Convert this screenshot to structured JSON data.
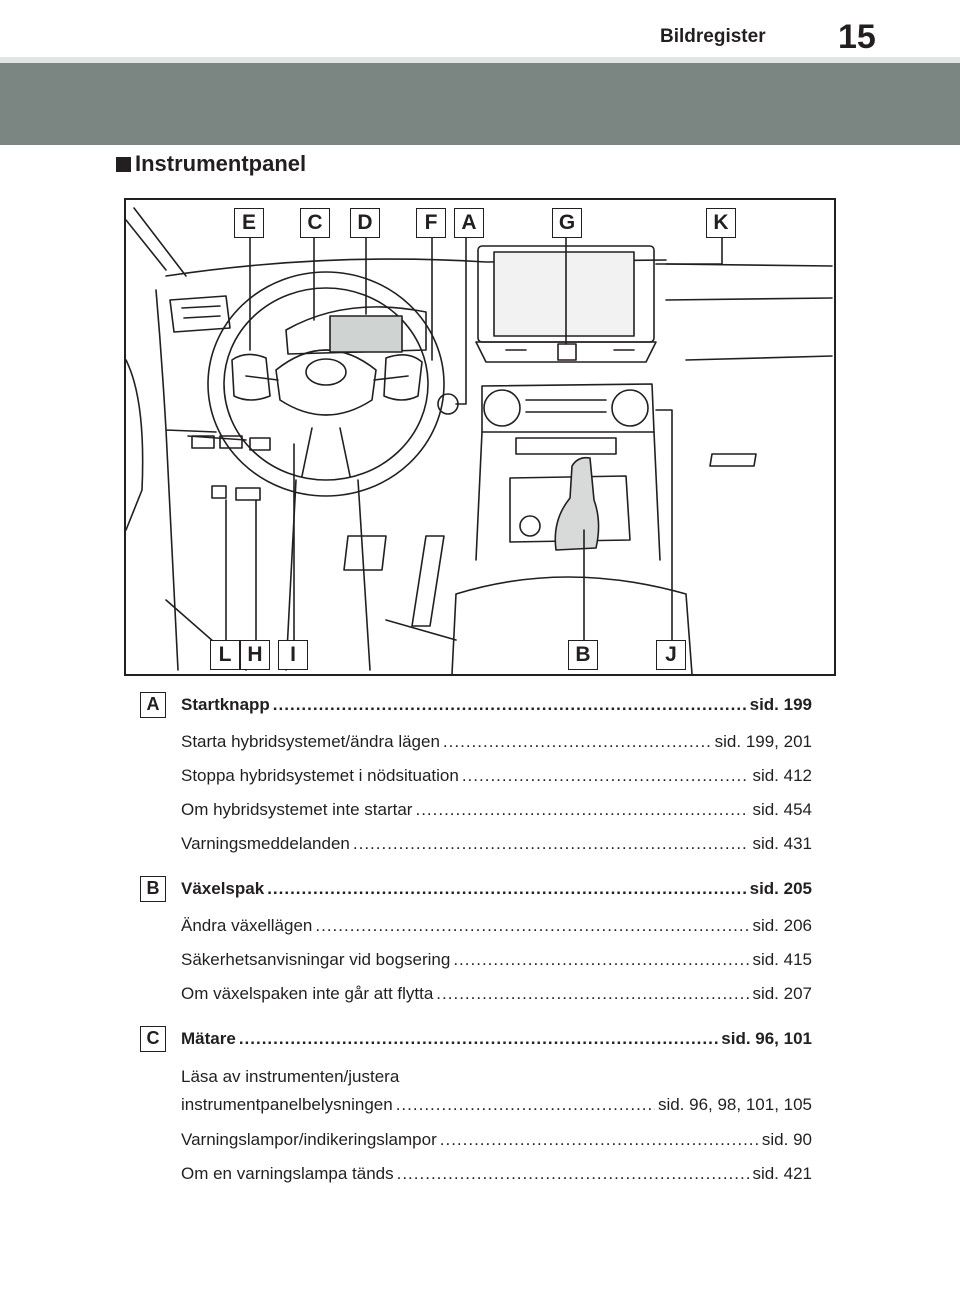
{
  "header": {
    "section": "Bildregister",
    "page_number": "15"
  },
  "section_title": "Instrumentpanel",
  "figure": {
    "callouts_top": [
      "E",
      "C",
      "D",
      "F",
      "A",
      "G",
      "K"
    ],
    "callouts_bottom": [
      "L",
      "H",
      "I",
      "B",
      "J"
    ]
  },
  "entries": [
    {
      "label": "A",
      "title": "Startknapp",
      "page": "sid. 199",
      "items": [
        {
          "text": "Starta hybridsystemet/ändra lägen",
          "page": "sid. 199, 201"
        },
        {
          "text": "Stoppa hybridsystemet i nödsituation",
          "page": "sid. 412"
        },
        {
          "text": "Om hybridsystemet inte startar",
          "page": "sid. 454"
        },
        {
          "text": "Varningsmeddelanden",
          "page": "sid. 431"
        }
      ]
    },
    {
      "label": "B",
      "title": "Växelspak",
      "page": "sid. 205",
      "items": [
        {
          "text": "Ändra växellägen",
          "page": "sid. 206"
        },
        {
          "text": "Säkerhetsanvisningar vid bogsering",
          "page": "sid. 415"
        },
        {
          "text": "Om växelspaken inte går att flytta",
          "page": "sid. 207"
        }
      ]
    },
    {
      "label": "C",
      "title": "Mätare",
      "page": "sid. 96, 101",
      "items": [
        {
          "text_line1": "Läsa av instrumenten/justera",
          "text": "instrumentpanelbelysningen",
          "page": "sid. 96, 98, 101, 105"
        },
        {
          "text": "Varningslampor/indikeringslampor",
          "page": "sid. 90"
        },
        {
          "text": "Om en varningslampa tänds",
          "page": "sid. 421"
        }
      ]
    }
  ]
}
